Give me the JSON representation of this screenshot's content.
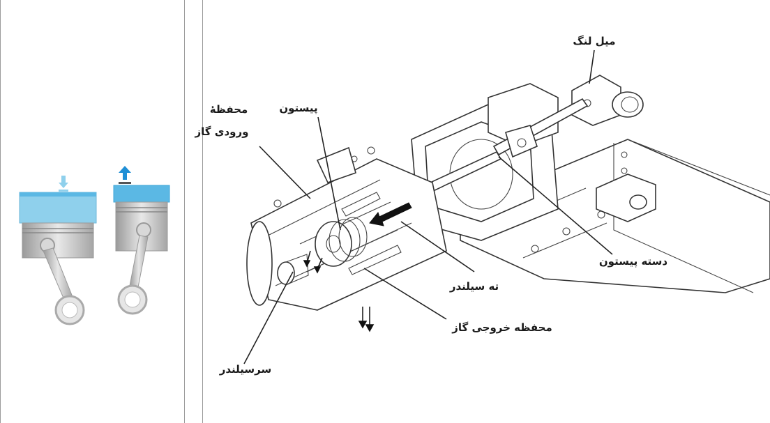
{
  "labels": {
    "crankshaft": "میل لنگ",
    "piston": "پیستون",
    "inlet_chamber_line1": "محفظهٔ",
    "inlet_chamber_line2": "ورودی گاز",
    "connecting_rod": "دسته پیستون",
    "cylinder_bottom": "ته سیلندر",
    "outlet_chamber": "محفظه خروجی گاز",
    "cylinder_head": "سرسیلندر"
  },
  "colors": {
    "gas": "#8fd0ec",
    "gas_dark": "#5bb8e4",
    "arrow_up": "#1f8fd6",
    "arrow_down": "#8fd0ec",
    "metal": "#cfcfcf",
    "line": "#222222"
  }
}
